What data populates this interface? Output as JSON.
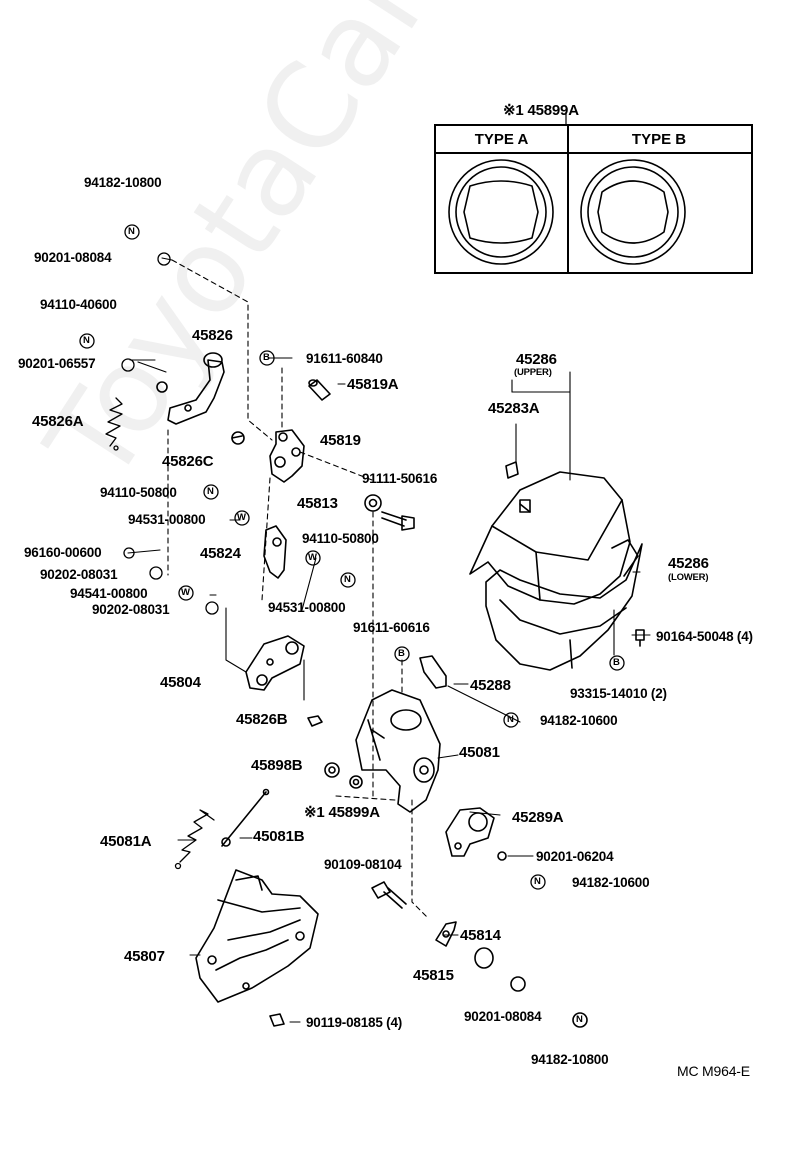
{
  "type_table": {
    "ref": "※1 45899A",
    "col_a": "TYPE A",
    "col_b": "TYPE B"
  },
  "labels": {
    "p94182_10800_top": "94182-10800",
    "p90201_08084_top": "90201-08084",
    "p94110_40600": "94110-40600",
    "p90201_06557": "90201-06557",
    "p45826": "45826",
    "p45826A": "45826A",
    "p45826C": "45826C",
    "p94110_50800_left": "94110-50800",
    "p94531_00800_left": "94531-00800",
    "p96160_00600": "96160-00600",
    "p90202_08031_a": "90202-08031",
    "p94541_00800": "94541-00800",
    "p90202_08031_b": "90202-08031",
    "p45804": "45804",
    "p91611_60840": "91611-60840",
    "p45819A": "45819A",
    "p45819": "45819",
    "p91111_50616": "91111-50616",
    "p45813": "45813",
    "p45824": "45824",
    "p94110_50800_mid": "94110-50800",
    "p94531_00800_mid": "94531-00800",
    "p91611_60616": "91611-60616",
    "p45288": "45288",
    "p94182_10600_a": "94182-10600",
    "p45826B": "45826B",
    "p45898B": "45898B",
    "p45081": "45081",
    "p45899A_bottom": "※1 45899A",
    "p45289A": "45289A",
    "p90201_06204": "90201-06204",
    "p94182_10600_b": "94182-10600",
    "p45081A": "45081A",
    "p45081B": "45081B",
    "p90109_08104": "90109-08104",
    "p45814": "45814",
    "p45815": "45815",
    "p45807": "45807",
    "p90119_08185": "90119-08185 (4)",
    "p90201_08084_bottom": "90201-08084",
    "p94182_10800_bottom": "94182-10800",
    "p45286_upper": "45286",
    "p45286_upper_sub": "(UPPER)",
    "p45283A": "45283A",
    "p45286_lower": "45286",
    "p45286_lower_sub": "(LOWER)",
    "p90164_50048": "90164-50048 (4)",
    "p93315_14010": "93315-14010 (2)",
    "drawing_code": "MC M964-E"
  },
  "callout_letters": {
    "N": "N",
    "B": "B",
    "W": "W"
  },
  "watermark": "ToyotaCarMine.ru"
}
